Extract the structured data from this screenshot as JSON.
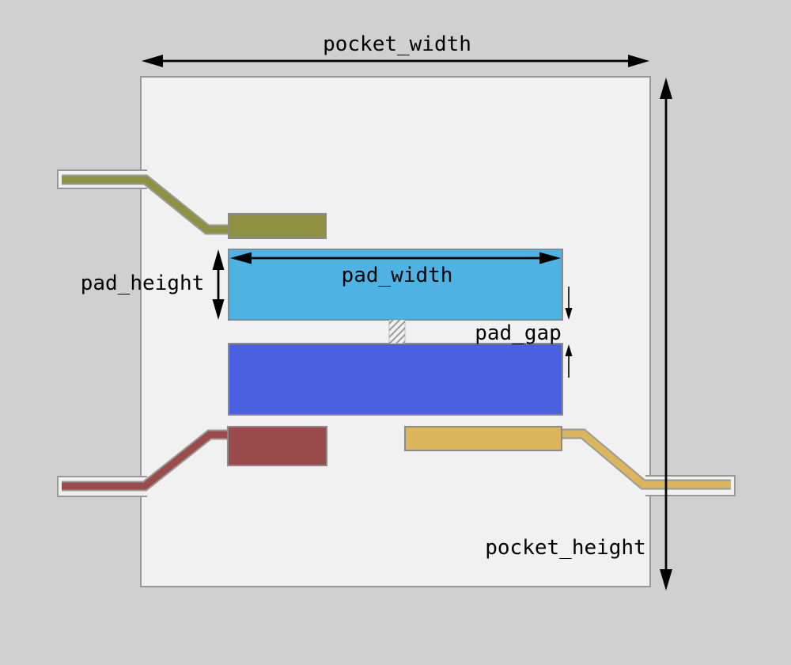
{
  "diagram": {
    "labels": {
      "pocket_width": "pocket_width",
      "pocket_height": "pocket_height",
      "pad_width": "pad_width",
      "pad_height": "pad_height",
      "pad_gap": "pad_gap"
    },
    "colors": {
      "background": "#d0d0d0",
      "pocket-fill": "#f1f1f1",
      "pocket-stroke": "#999999",
      "shape-stroke": "#8a8a8a",
      "top-pad": "#4eb3e2",
      "bottom-pad": "#4a60e0",
      "connector-olive": "#8f9042",
      "connector-red": "#9c4b4b",
      "connector-gold": "#ddb55c",
      "hatch-stripe": "#9a9a9a",
      "arrow": "#000000",
      "label-text": "#000000"
    }
  }
}
